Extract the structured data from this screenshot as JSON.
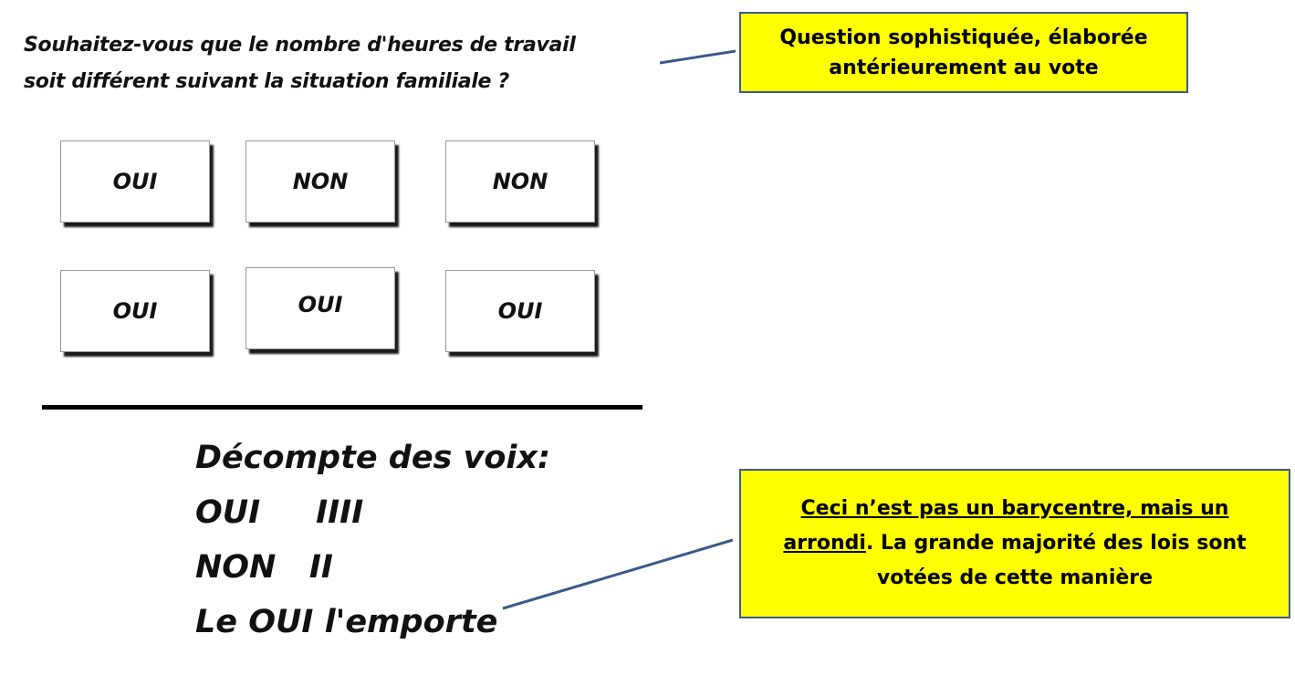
{
  "question": {
    "line1": "Souhaitez-vous que le nombre d'heures de travail",
    "line2": "soit différent suivant la situation familiale ?"
  },
  "ballots": {
    "row1": [
      "OUI",
      "NON",
      "NON"
    ],
    "row2": [
      "OUI",
      "OUI",
      "OUI"
    ]
  },
  "tally": {
    "heading": "Décompte des voix:",
    "yes_line": "OUI     IIII",
    "no_line": "NON   II",
    "result": "Le OUI l'emporte"
  },
  "callouts": {
    "top": {
      "line1": "Question sophistiquée, élaborée",
      "line2": "antérieurement au vote"
    },
    "bottom": {
      "line1_underlined": "Ceci n’est pas un barycentre, mais un",
      "line2_underlined": "arrondi",
      "line2_rest": ". La grande majorité des lois sont",
      "line3": "votées de cette manière"
    }
  },
  "colors": {
    "callout_fill": "#ffff00",
    "callout_border": "#3b5a8a",
    "connector": "#3b5a8a"
  }
}
